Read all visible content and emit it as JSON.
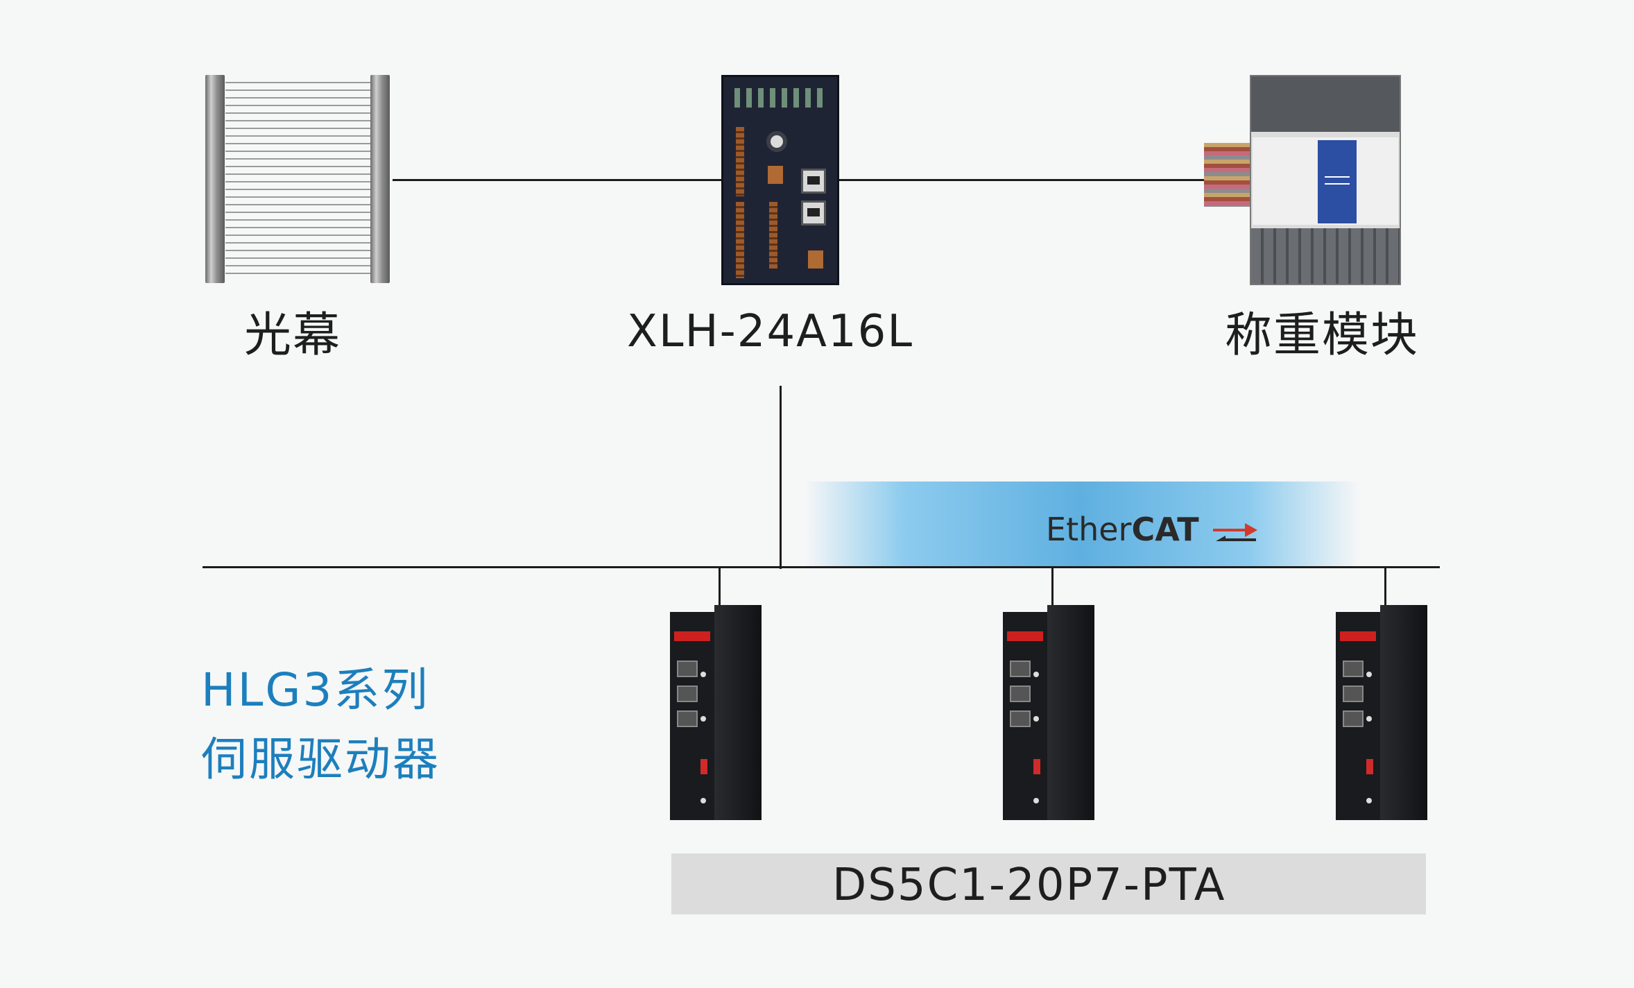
{
  "devices": {
    "light_curtain": {
      "label": "光幕",
      "icon": "light-curtain-icon"
    },
    "controller": {
      "label": "XLH-24A16L",
      "icon": "plc-controller-icon"
    },
    "weighing_module": {
      "label": "称重模块",
      "icon": "weighing-module-icon"
    }
  },
  "bus": {
    "name": "EtherCAT",
    "name_part1": "Ether",
    "name_part2": "CAT",
    "band_color": "#5fb0e0"
  },
  "servo": {
    "series_line1": "HLG3系列",
    "series_line2": "伺服驱动器",
    "model": "DS5C1-20P7-PTA",
    "count": 3,
    "series_color": "#1c7fbd"
  }
}
